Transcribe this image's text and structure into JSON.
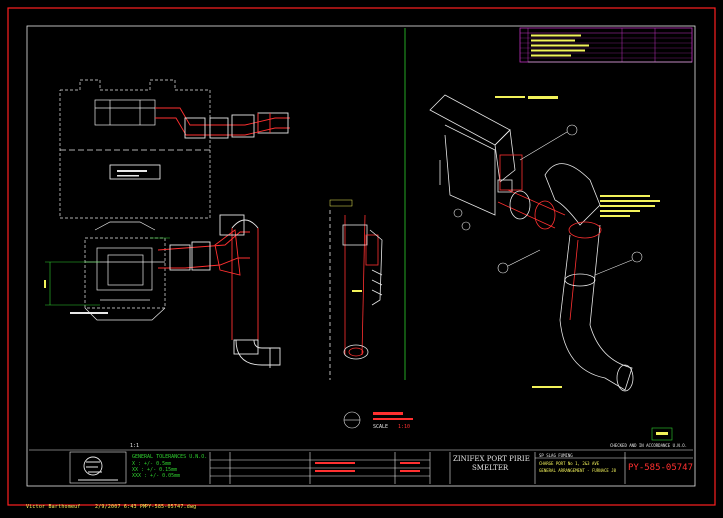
{
  "status_bar": {
    "user": "Victor Barthomeuf",
    "timestamp": "2/9/2007 6:43 PM",
    "filename": "PY-585-05747.dwg"
  },
  "title_block": {
    "company": "ZINIFEX PORT PIRIE",
    "site": "SMELTER",
    "drawing_number": "PY-585-05747",
    "tolerances_title": "GENERAL TOLERANCES U.N.O.",
    "tolerance_x": "X : +/- 0.5mm",
    "tolerance_xx": "XX : +/- 0.15mm",
    "tolerance_xxx": "XXX : +/- 0.05mm",
    "section_ref": "1:1",
    "desc_line1": "SP SLAG FUMING",
    "desc_line2": "CHARGE PORT No 1, 2&3 AVE",
    "desc_line3": "GENERAL ARRANGEMENT - FURNACE J8",
    "checked_note": "CHECKED AND IN ACCORDANCE U.N.O.",
    "scale_label": "SCALE",
    "scale_value": "1:10"
  },
  "colors": {
    "background": "#000000",
    "border": "#ff2020",
    "lines": "#ffffff",
    "pipe": "#ff3030",
    "dimension": "#2fd12f",
    "annotation": "#f2f25a",
    "revision_table": "#c030c0"
  }
}
